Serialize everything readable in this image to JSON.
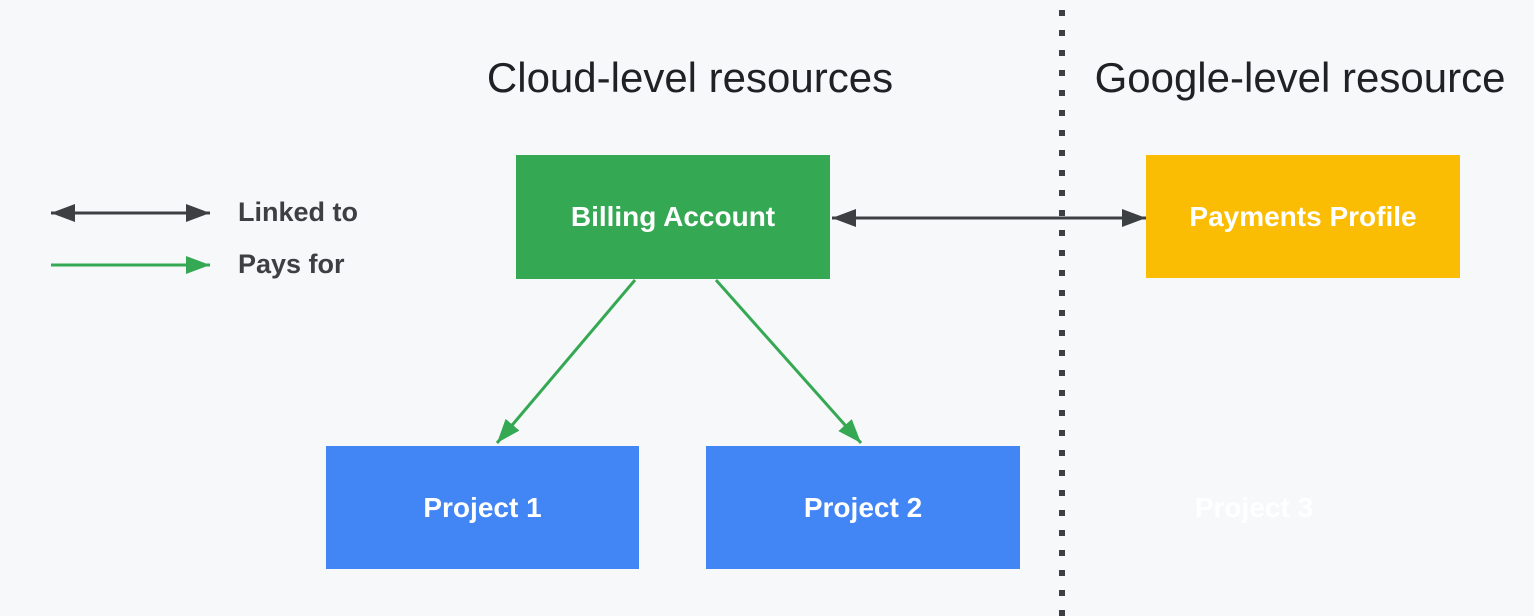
{
  "diagram": {
    "background_color": "#F7F8FA",
    "sections": {
      "left": {
        "title": "Cloud-level resources"
      },
      "right": {
        "title": "Google-level resource"
      }
    },
    "divider": {
      "style": "vertical-dotted-line",
      "color": "#3C4043"
    },
    "legend": {
      "items": [
        {
          "label": "Linked to",
          "arrow_style": "double-headed",
          "arrow_color": "#3C4043"
        },
        {
          "label": "Pays for",
          "arrow_style": "single-headed",
          "arrow_color": "#34A853"
        }
      ]
    },
    "nodes": [
      {
        "id": "billing-account",
        "label": "Billing Account",
        "color": "#34A853",
        "section": "cloud-level"
      },
      {
        "id": "payments-profile",
        "label": "Payments Profile",
        "color": "#FBBC04",
        "section": "google-level"
      },
      {
        "id": "project-1",
        "label": "Project 1",
        "color": "#4285F4",
        "section": "cloud-level"
      },
      {
        "id": "project-2",
        "label": "Project 2",
        "color": "#4285F4",
        "section": "cloud-level"
      },
      {
        "id": "project-3",
        "label": "Project 3",
        "color": "#FFFFFF",
        "section": "google-level",
        "ghost": true
      }
    ],
    "edges": [
      {
        "from": "billing-account",
        "to": "payments-profile",
        "type": "linked-to",
        "color": "#3C4043"
      },
      {
        "from": "billing-account",
        "to": "project-1",
        "type": "pays-for",
        "color": "#34A853"
      },
      {
        "from": "billing-account",
        "to": "project-2",
        "type": "pays-for",
        "color": "#34A853"
      }
    ]
  }
}
